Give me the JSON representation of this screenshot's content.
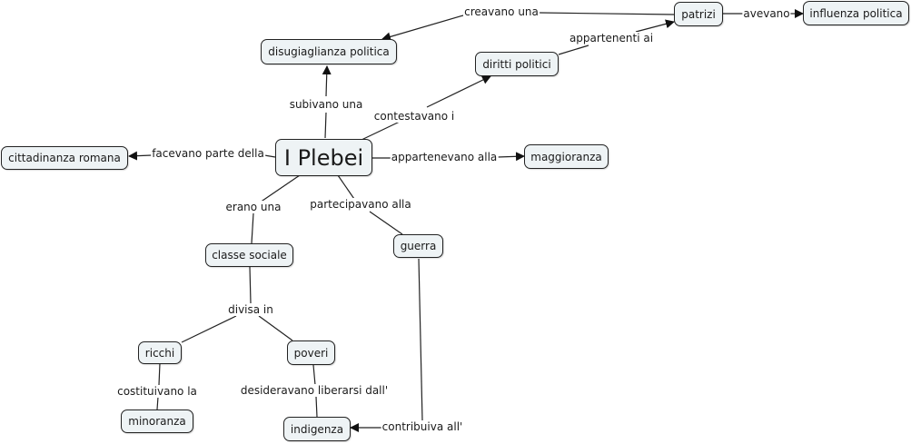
{
  "concepts": {
    "plebei": "I Plebei",
    "disuguaglianza": "disugiaglianza politica",
    "patrizi": "patrizi",
    "influenza": "influenza politica",
    "diritti": "diritti politici",
    "cittadinanza": "cittadinanza romana",
    "maggioranza": "maggioranza",
    "classe": "classe sociale",
    "guerra": "guerra",
    "ricchi": "ricchi",
    "poveri": "poveri",
    "minoranza": "minoranza",
    "indigenza": "indigenza"
  },
  "links": {
    "creavano": "creavano una",
    "avevano": "avevano",
    "appartenenti": "appartenenti ai",
    "subivano": "subivano una",
    "contestavano": "contestavano i",
    "facevano": "facevano parte della",
    "appartenevano": "appartenevano alla",
    "erano": "erano una",
    "partecipavano": "partecipavano alla",
    "divisa": "divisa in",
    "costituivano": "costituivano la",
    "desideravano": "desideravano liberarsi dall'",
    "contribuiva": "contribuiva all'"
  },
  "colors": {
    "node_fill": "#eef3f5",
    "node_border": "#222222",
    "line": "#222222"
  }
}
